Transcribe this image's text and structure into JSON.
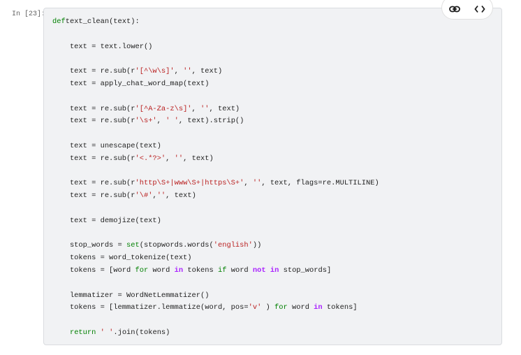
{
  "prompt": "In [23]:",
  "toolbar": {
    "link_icon": "link-icon",
    "code_icon": "code-icon"
  },
  "colors": {
    "keyword": "#008000",
    "operator_word": "#aa22ff",
    "string": "#ba2121",
    "text": "#212121"
  },
  "code_lines": [
    [
      [
        "k",
        "def"
      ],
      [
        "",
        "text_clean(text):"
      ]
    ],
    [],
    [
      [
        "",
        "    text = text.lower()"
      ]
    ],
    [],
    [
      [
        "",
        "    text = re.sub(r"
      ],
      [
        "s",
        "'[^\\w\\s]'"
      ],
      [
        "",
        ", "
      ],
      [
        "s",
        "''"
      ],
      [
        "",
        ", text)"
      ]
    ],
    [
      [
        "",
        "    text = apply_chat_word_map(text)"
      ]
    ],
    [],
    [
      [
        "",
        "    text = re.sub(r"
      ],
      [
        "s",
        "'[^A-Za-z\\s]'"
      ],
      [
        "",
        ", "
      ],
      [
        "s",
        "''"
      ],
      [
        "",
        ", text)"
      ]
    ],
    [
      [
        "",
        "    text = re.sub(r"
      ],
      [
        "s",
        "'\\s+'"
      ],
      [
        "",
        ", "
      ],
      [
        "s",
        "' '"
      ],
      [
        "",
        ", text).strip()"
      ]
    ],
    [],
    [
      [
        "",
        "    text = unescape(text)"
      ]
    ],
    [
      [
        "",
        "    text = re.sub(r"
      ],
      [
        "s",
        "'<.*?>'"
      ],
      [
        "",
        ", "
      ],
      [
        "s",
        "''"
      ],
      [
        "",
        ", text)"
      ]
    ],
    [],
    [
      [
        "",
        "    text = re.sub(r"
      ],
      [
        "s",
        "'http\\S+|www\\S+|https\\S+'"
      ],
      [
        "",
        ", "
      ],
      [
        "s",
        "''"
      ],
      [
        "",
        ", text, flags=re.MULTILINE)"
      ]
    ],
    [
      [
        "",
        "    text = re.sub(r"
      ],
      [
        "s",
        "'\\#'"
      ],
      [
        "",
        ","
      ],
      [
        "s",
        "''"
      ],
      [
        "",
        ", text)"
      ]
    ],
    [],
    [
      [
        "",
        "    text = demojize(text)"
      ]
    ],
    [],
    [
      [
        "",
        "    stop_words = "
      ],
      [
        "k",
        "set"
      ],
      [
        "",
        "(stopwords.words("
      ],
      [
        "s",
        "'english'"
      ],
      [
        "",
        "))"
      ]
    ],
    [
      [
        "",
        "    tokens = word_tokenize(text)"
      ]
    ],
    [
      [
        "",
        "    tokens = [word "
      ],
      [
        "k",
        "for"
      ],
      [
        "",
        " word "
      ],
      [
        "ow",
        "in"
      ],
      [
        "",
        " tokens "
      ],
      [
        "k",
        "if"
      ],
      [
        "",
        " word "
      ],
      [
        "ow",
        "not"
      ],
      [
        "",
        " "
      ],
      [
        "ow",
        "in"
      ],
      [
        "",
        " stop_words]"
      ]
    ],
    [],
    [
      [
        "",
        "    lemmatizer = WordNetLemmatizer()"
      ]
    ],
    [
      [
        "",
        "    tokens = [lemmatizer.lemmatize(word, pos="
      ],
      [
        "s",
        "'v'"
      ],
      [
        "",
        " ) "
      ],
      [
        "k",
        "for"
      ],
      [
        "",
        " word "
      ],
      [
        "ow",
        "in"
      ],
      [
        "",
        " tokens]"
      ]
    ],
    [],
    [
      [
        "",
        "    "
      ],
      [
        "k",
        "return"
      ],
      [
        "",
        " "
      ],
      [
        "s",
        "' '"
      ],
      [
        "",
        ".join(tokens)"
      ]
    ]
  ]
}
